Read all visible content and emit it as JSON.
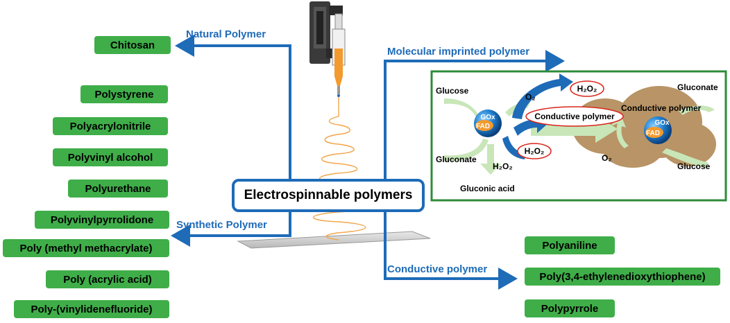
{
  "center": {
    "title": "Electrospinnable polymers"
  },
  "categories": {
    "natural": "Natural Polymer",
    "synthetic": "Synthetic Polymer",
    "molecular": "Molecular imprinted polymer",
    "conductive": "Conductive polymer"
  },
  "natural_items": [
    "Chitosan"
  ],
  "synthetic_items": [
    "Polystyrene",
    "Polyacrylonitrile",
    "Polyvinyl alcohol",
    "Polyurethane",
    "Polyvinylpyrrolidone",
    "Poly (methyl methacrylate)",
    "Poly (acrylic acid)",
    "Poly-(vinylidenefluoride)"
  ],
  "conductive_items": [
    "Polyaniline",
    "Poly(3,4-ethylenedioxythiophene)",
    "Polypyrrole"
  ],
  "mechanism": {
    "glucose_left": "Glucose",
    "gluconate_left": "Gluconate",
    "gluconic_acid": "Gluconic acid",
    "h2o2_below": "H₂O₂",
    "o2_top": "O₂",
    "h2o2_circle_top": "H₂O₂",
    "h2o2_circle_mid": "H₂O₂",
    "conductive_circle": "Conductive polymer",
    "gox_left": "GOx",
    "fad_left": "FAD",
    "gluconate_right": "Gluconate",
    "conductive_right": "Conductive polymer",
    "gox_right": "GOx",
    "fad_right": "FAD",
    "o2_right": "O₂",
    "glucose_right": "Glucose"
  },
  "colors": {
    "accent_blue": "#1e6bb8",
    "box_green": "#3fae49",
    "frame_green": "#2e8b3a",
    "electrode_brown": "#b89466",
    "arrow_green": "#c8e6b8",
    "circle_red": "#d9241b"
  }
}
